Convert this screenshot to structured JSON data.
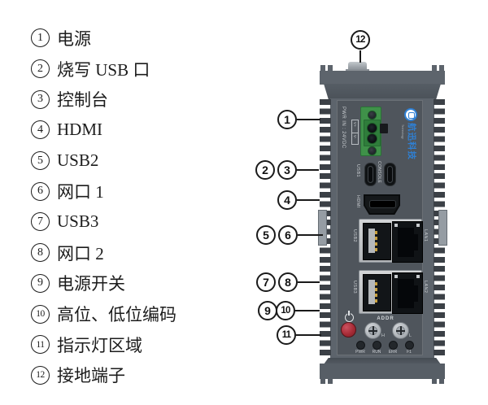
{
  "legend": {
    "items": [
      {
        "num": "1",
        "label": "电源"
      },
      {
        "num": "2",
        "label": "烧写 USB 口"
      },
      {
        "num": "3",
        "label": "控制台"
      },
      {
        "num": "4",
        "label": "HDMI"
      },
      {
        "num": "5",
        "label": "USB2"
      },
      {
        "num": "6",
        "label": "网口 1"
      },
      {
        "num": "7",
        "label": "USB3"
      },
      {
        "num": "8",
        "label": "网口 2"
      },
      {
        "num": "9",
        "label": "电源开关"
      },
      {
        "num": "10",
        "label": "高位、低位编码"
      },
      {
        "num": "11",
        "label": "指示灯区域"
      },
      {
        "num": "12",
        "label": "接地端子"
      }
    ]
  },
  "callouts": {
    "n1": "1",
    "n2": "2",
    "n3": "3",
    "n4": "4",
    "n5": "5",
    "n6": "6",
    "n7": "7",
    "n8": "8",
    "n9": "9",
    "n10": "10",
    "n11": "11",
    "n12": "12"
  },
  "device": {
    "power_input_label": "PWR IN : 24VDC",
    "pins": {
      "plus": "V+",
      "minus": "V-"
    },
    "logo": {
      "text": "航迅科技",
      "tagline": "Technology"
    },
    "ports": {
      "usb1": "USB1",
      "console": "CONSOLE",
      "hdmi": "HDMI",
      "usb2": "USB2",
      "lan1": "LAN1",
      "usb3": "USB3",
      "lan2": "LAN2"
    },
    "addr": {
      "title": "ADDR",
      "high": "H",
      "low": "L"
    },
    "led_labels": [
      "PWR",
      "RUN",
      "ERR",
      "F1"
    ]
  },
  "colors": {
    "body_gray": "#5d646c",
    "panel_gray": "#4f555c",
    "fin_dark": "#3b4046",
    "connector_green": "#3f9149",
    "button_red": "#a62b36",
    "logo_blue": "#2f80d4",
    "label_light": "#c9cdd1"
  }
}
